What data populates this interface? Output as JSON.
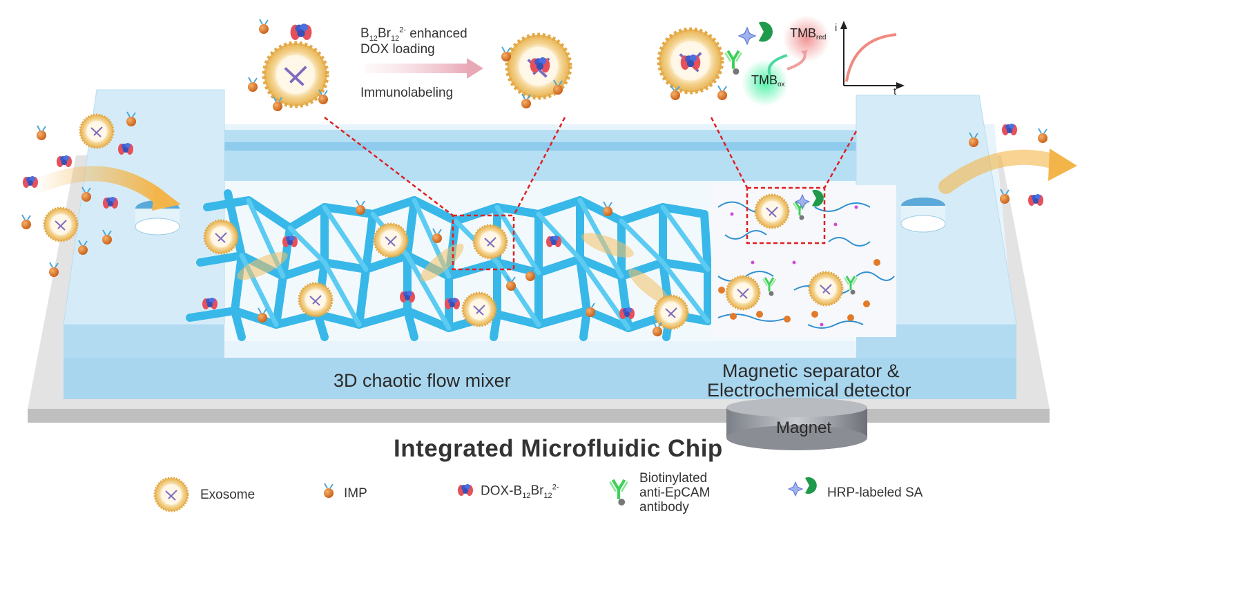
{
  "title": "Integrated Microfluidic Chip",
  "sections": {
    "mixer": "3D chaotic flow mixer",
    "detector_line1": "Magnetic separator &",
    "detector_line2": "Electrochemical detector",
    "magnet": "Magnet"
  },
  "process": {
    "loading_line1_formula": "B12Br12 2-",
    "loading_line1_suffix": " enhanced",
    "loading_line2": "DOX loading",
    "immunolabeling": "Immunolabeling"
  },
  "reaction": {
    "tmb_red": "TMB",
    "tmb_red_sub": "red",
    "tmb_ox": "TMB",
    "tmb_ox_sub": "ox",
    "axis_y": "i",
    "axis_x": "t"
  },
  "legend": {
    "exosome": "Exosome",
    "imp": "IMP",
    "dox_prefix": "DOX-B",
    "dox_formula": "DOX-B12Br12 2-",
    "antibody_line1": "Biotinylated",
    "antibody_line2": "anti-EpCAM",
    "antibody_line3": "antibody",
    "hrp": "HRP-labeled SA"
  },
  "colors": {
    "channel_blue": "#38b8e8",
    "chip_top": "#e8f4fb",
    "chip_side": "#a9d6ef",
    "base_gray": "#dcdcdc",
    "flow_arrow": "#f3b54a",
    "exosome_shell": "#f2cf86",
    "imp_orange": "#e27a2a",
    "callout_red": "#e02020",
    "antibody_green": "#3ecf58",
    "hrp_green": "#1f9a4a"
  }
}
